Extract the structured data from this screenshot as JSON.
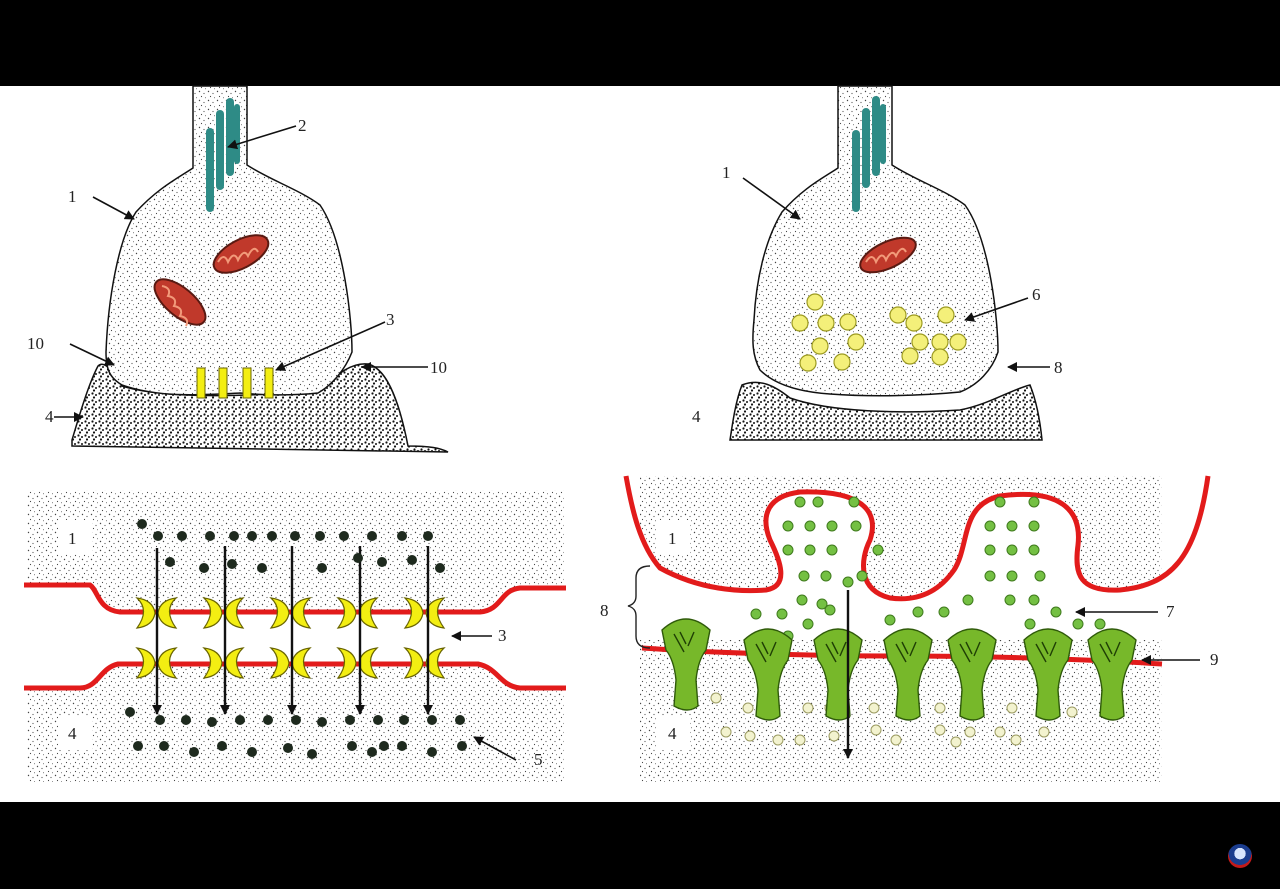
{
  "labels": {
    "presynaptic_membrane": "1",
    "microtubules": "2",
    "gap_junction_channels": "3",
    "postsynaptic_cell": "4",
    "ions": "5",
    "synaptic_vesicles": "6",
    "neurotransmitter": "7",
    "synaptic_cleft": "8",
    "receptors": "9",
    "membrane_contact": "10"
  },
  "colors": {
    "background": "#000000",
    "canvas": "#ffffff",
    "membrane_red": "#e21b1b",
    "channel_yellow": "#f3ee12",
    "vesicle_yellow": "#f4f07a",
    "receptor_green": "#77b82a",
    "ion_dark": "#1e2a1e",
    "transmitter_green": "#74c043",
    "microtubule_teal": "#2e8b86",
    "mitochondrion_red": "#c0392b"
  },
  "icons": {
    "channel_logo": "circular-logo-icon"
  }
}
